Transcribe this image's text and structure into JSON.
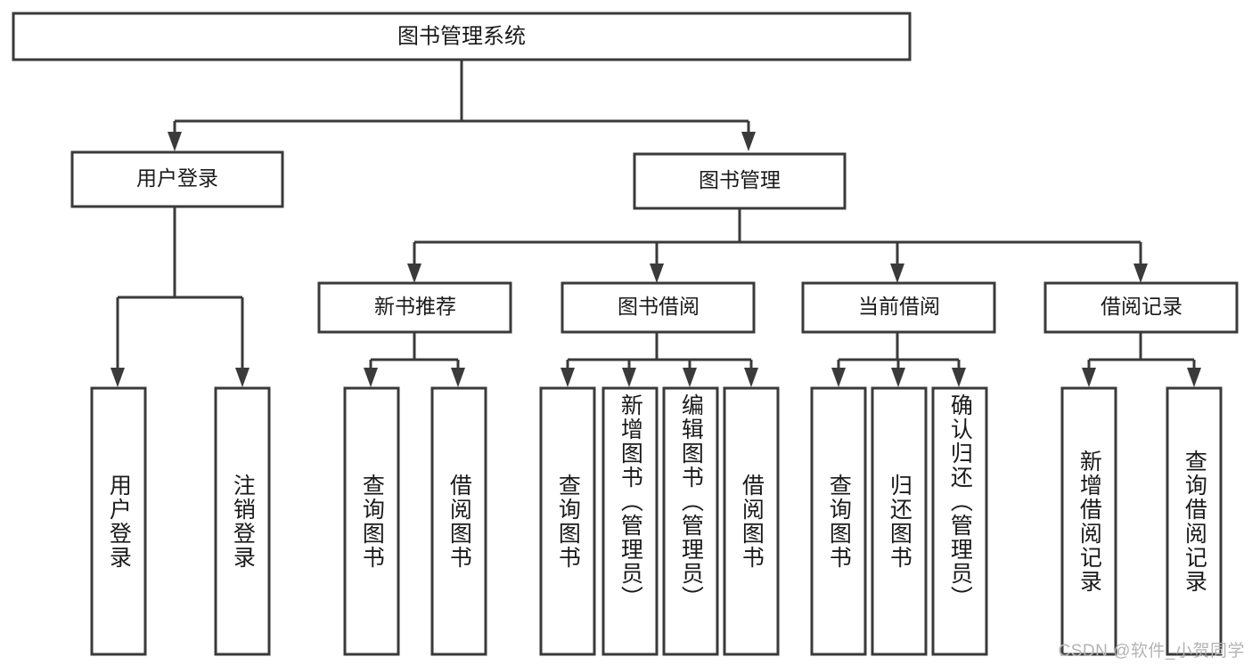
{
  "diagram": {
    "type": "tree-hierarchy",
    "title": "图书管理系统",
    "watermark": "CSDN @软件_小贺同学",
    "colors": {
      "box_fill": "#ffffff",
      "box_stroke": "#3a3a3a",
      "text": "#1a1a1a",
      "watermark": "#b4b4b4",
      "background": "#ffffff"
    },
    "root": {
      "label": "图书管理系统",
      "level": 0
    },
    "level2": [
      {
        "label": "用户登录"
      },
      {
        "label": "图书管理"
      }
    ],
    "level3": [
      {
        "label": "新书推荐"
      },
      {
        "label": "图书借阅"
      },
      {
        "label": "当前借阅"
      },
      {
        "label": "借阅记录"
      }
    ],
    "groups": [
      {
        "parent": "用户登录",
        "leaves": [
          {
            "label": "用户登录"
          },
          {
            "label": "注销登录"
          }
        ]
      },
      {
        "parent": "新书推荐",
        "leaves": [
          {
            "label": "查询图书"
          },
          {
            "label": "借阅图书"
          }
        ]
      },
      {
        "parent": "图书借阅",
        "leaves": [
          {
            "label": "查询图书"
          },
          {
            "label": "新增图书（管理员）"
          },
          {
            "label": "编辑图书（管理员）"
          },
          {
            "label": "借阅图书"
          }
        ]
      },
      {
        "parent": "当前借阅",
        "leaves": [
          {
            "label": "查询图书"
          },
          {
            "label": "归还图书"
          },
          {
            "label": "确认归还（管理员）"
          }
        ]
      },
      {
        "parent": "借阅记录",
        "leaves": [
          {
            "label": "新增借阅记录"
          },
          {
            "label": "查询借阅记录"
          }
        ]
      }
    ],
    "leaf_labels": [
      "用户登录",
      "注销登录",
      "查询图书",
      "借阅图书",
      "查询图书",
      "新增图书（管理员）",
      "编辑图书（管理员）",
      "借阅图书",
      "查询图书",
      "归还图书",
      "确认归还（管理员）",
      "新增借阅记录",
      "查询借阅记录"
    ]
  }
}
